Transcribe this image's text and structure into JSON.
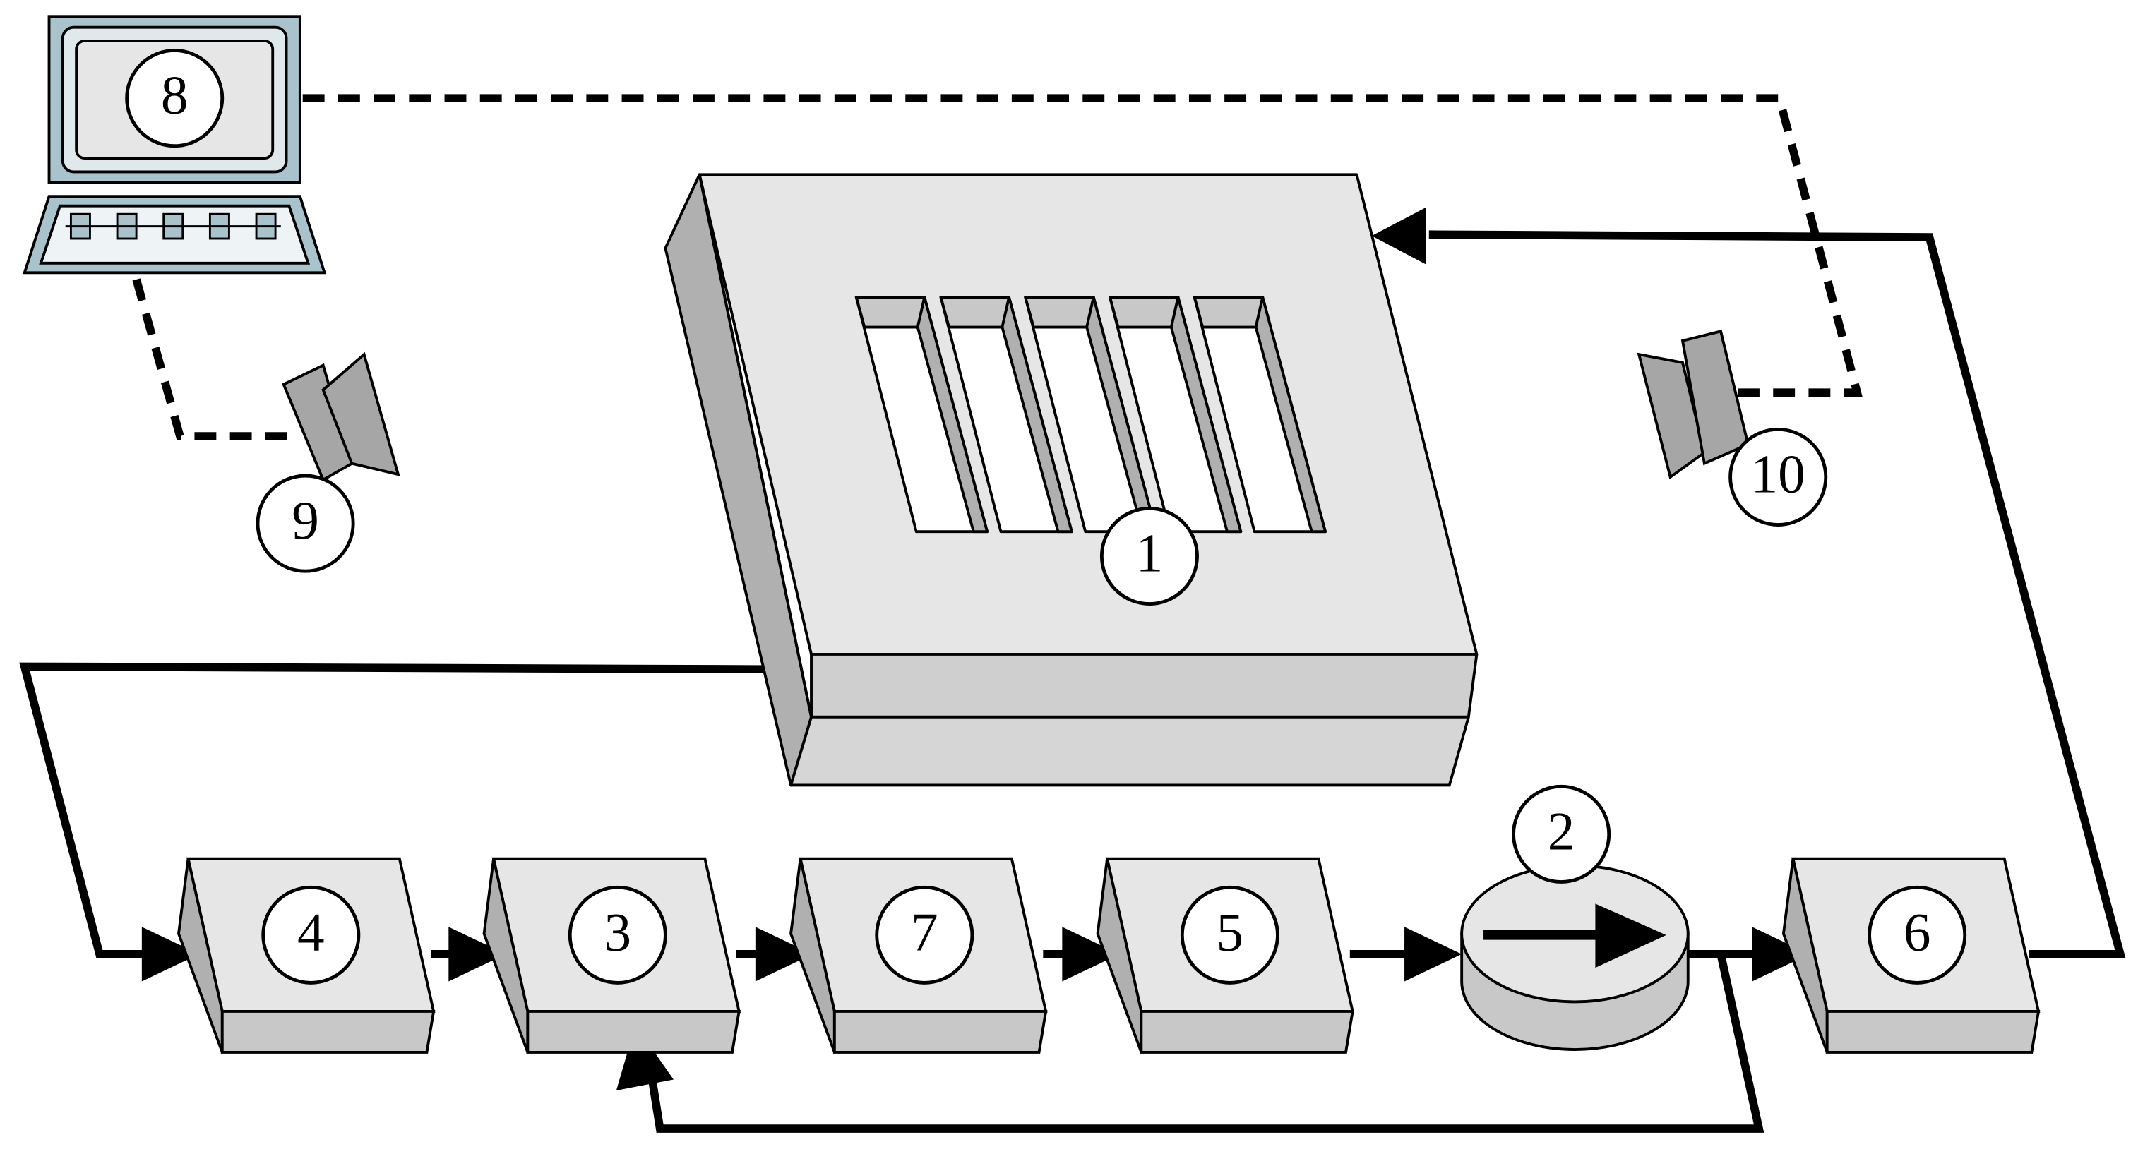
{
  "diagram": {
    "colors": {
      "background": "#ffffff",
      "stroke": "#000000",
      "face_top": "#e6e6e6",
      "face_side": "#c8c8c8",
      "face_dark": "#b0b0b0",
      "camera": "#a6a6a6",
      "monitor_frame": "#a9c3cc"
    },
    "labels": {
      "chamber": "1",
      "pump": "2",
      "unit_3": "3",
      "unit_4": "4",
      "unit_5": "5",
      "unit_6": "6",
      "unit_7": "7",
      "computer": "8",
      "camera_left": "9",
      "camera_right": "10"
    },
    "icons": {
      "computer": "computer-icon",
      "camera": "camera-icon",
      "pump": "pump-icon"
    }
  }
}
